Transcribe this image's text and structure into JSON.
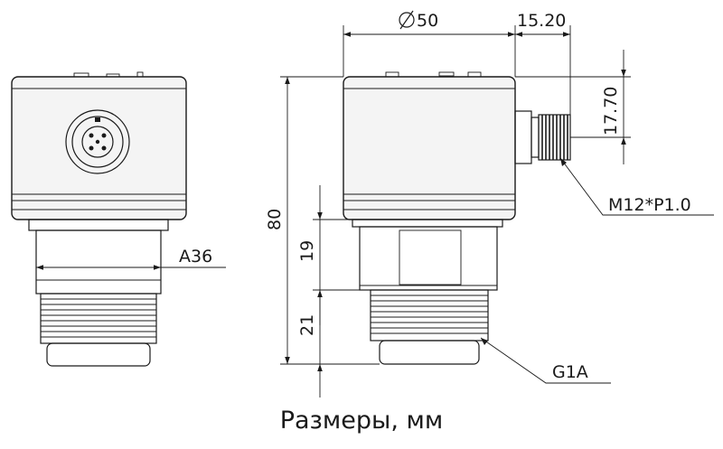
{
  "labels": {
    "diameter": "50",
    "connector_offset": "15.20",
    "connector_height": "17.70",
    "connector_thread": "M12*P1.0",
    "wrench_size": "A36",
    "total_height": "80",
    "hex_height": "19",
    "thread_height": "21",
    "process_thread": "G1A"
  },
  "caption": "Размеры, мм"
}
